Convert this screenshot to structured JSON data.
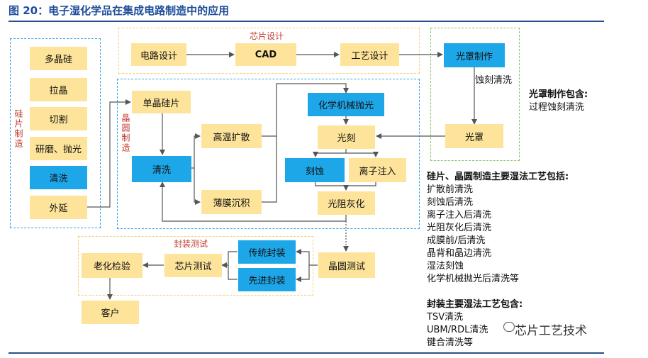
{
  "title": "图 20：电子湿化学品在集成电路制造中的应用",
  "groups": {
    "wafer_mfg": "硅片制造",
    "chip_design": "芯片设计",
    "wafer_fab": "晶圆制造",
    "packaging": "封装测试"
  },
  "nodes": {
    "polysilicon": "多晶硅",
    "crystal_pull": "拉晶",
    "slicing": "切割",
    "grind_polish": "研磨、抛光",
    "wafer_clean": "清洗",
    "epitaxy": "外延",
    "circuit_design": "电路设计",
    "cad": "CAD",
    "process_design": "工艺设计",
    "mask_making": "光罩制作",
    "mask": "光罩",
    "etch_clean": "蚀刻清洗",
    "single_crystal": "单晶硅片",
    "fab_clean": "清洗",
    "diffusion": "高温扩散",
    "thin_film": "薄膜沉积",
    "cmp": "化学机械抛光",
    "lithography": "光刻",
    "etching": "刻蚀",
    "ion_implant": "离子注入",
    "ashing": "光阻灰化",
    "wafer_test": "晶圆测试",
    "traditional_pkg": "传统封装",
    "advanced_pkg": "先进封装",
    "chip_test": "芯片测试",
    "aging_test": "老化检验",
    "customer": "客户"
  },
  "notes": {
    "mask_heading": "光罩制作包含:",
    "mask_items": [
      "过程蚀刻清洗"
    ],
    "wafer_heading": "硅片、晶圆制造主要湿法工艺包括:",
    "wafer_items": [
      "扩散前清洗",
      "刻蚀后清洗",
      "离子注入后清洗",
      "光阻灰化后清洗",
      "成膜前/后清洗",
      "晶背和晶边清洗",
      "湿法刻蚀",
      "化学机械抛光后清洗等"
    ],
    "pkg_heading": "封装主要湿法工艺包含:",
    "pkg_items": [
      "TSV清洗",
      "UBM/RDL清洗",
      "键合清洗等"
    ]
  },
  "watermark": "芯片工艺技术",
  "colors": {
    "yellow_box": "#fde49a",
    "blue_box": "#1ea7e8",
    "arrow": "#555555",
    "title": "#1f4e9a",
    "group_label": "#c0392b"
  }
}
